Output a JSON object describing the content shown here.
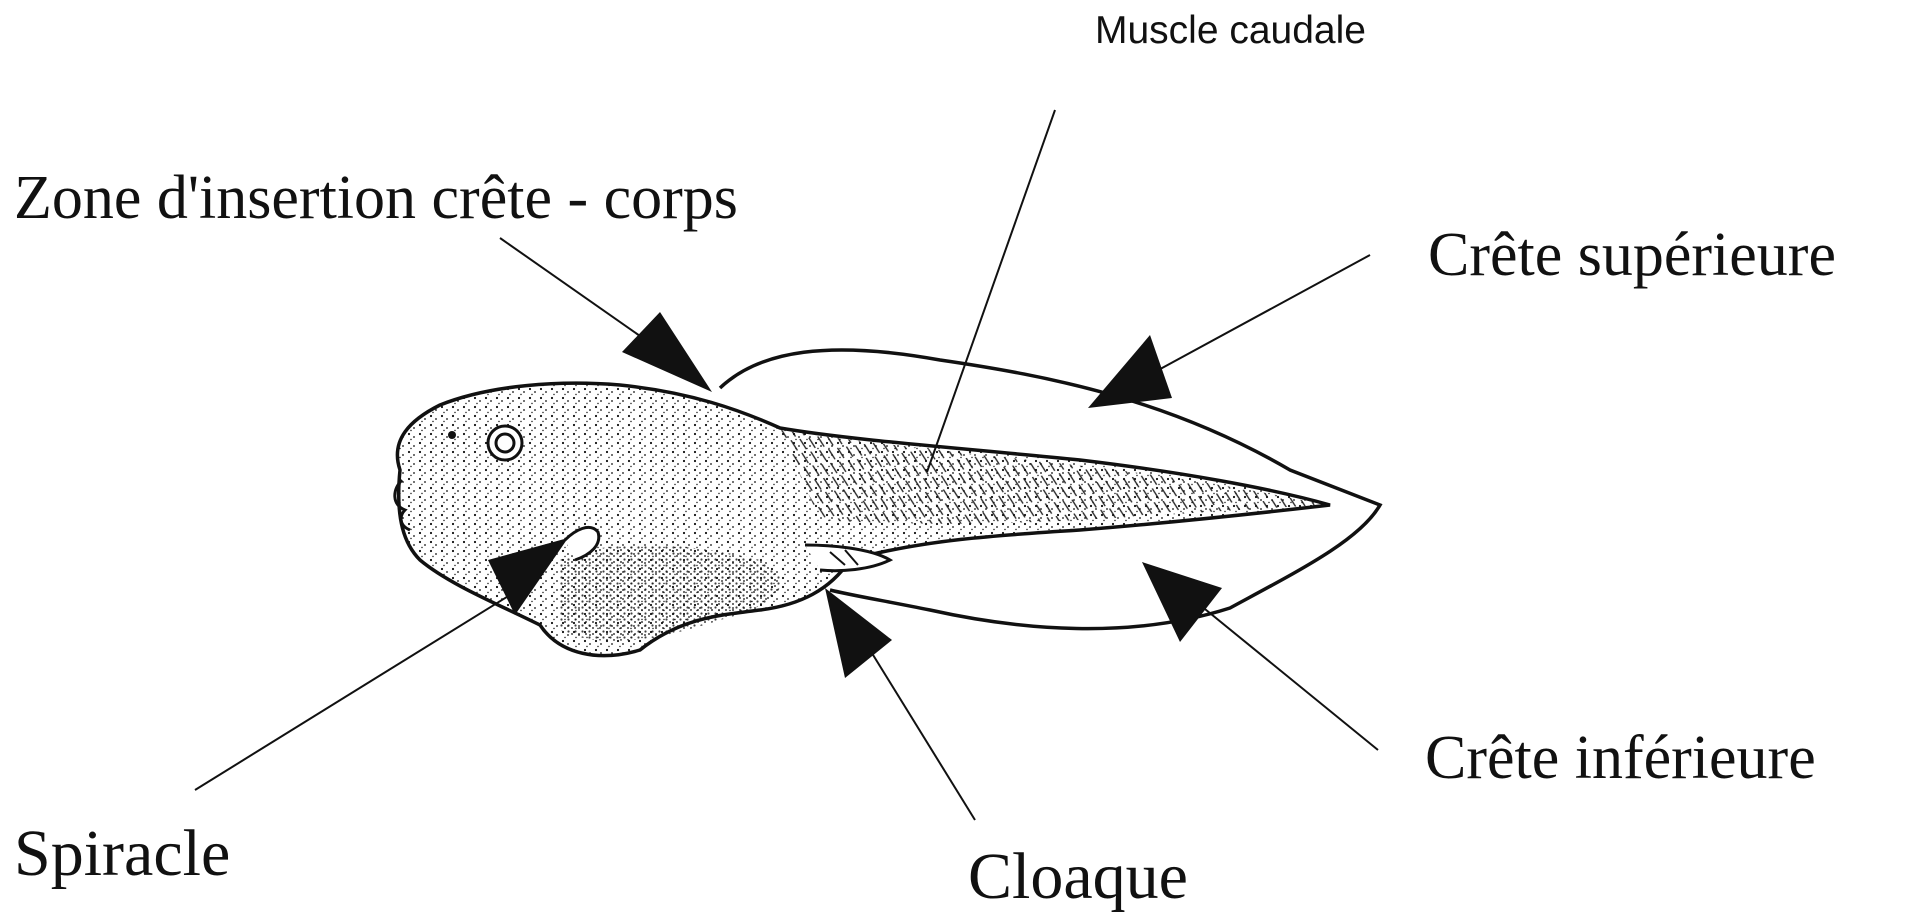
{
  "labels": {
    "muscle_caudale": "Muscle caudale",
    "zone_insertion": "Zone d'insertion crête - corps",
    "crete_superieure": "Crête supérieure",
    "crete_inferieure": "Crête inférieure",
    "spiracle": "Spiracle",
    "cloaque": "Cloaque"
  },
  "colors": {
    "ink": "#111111",
    "background": "#ffffff"
  }
}
